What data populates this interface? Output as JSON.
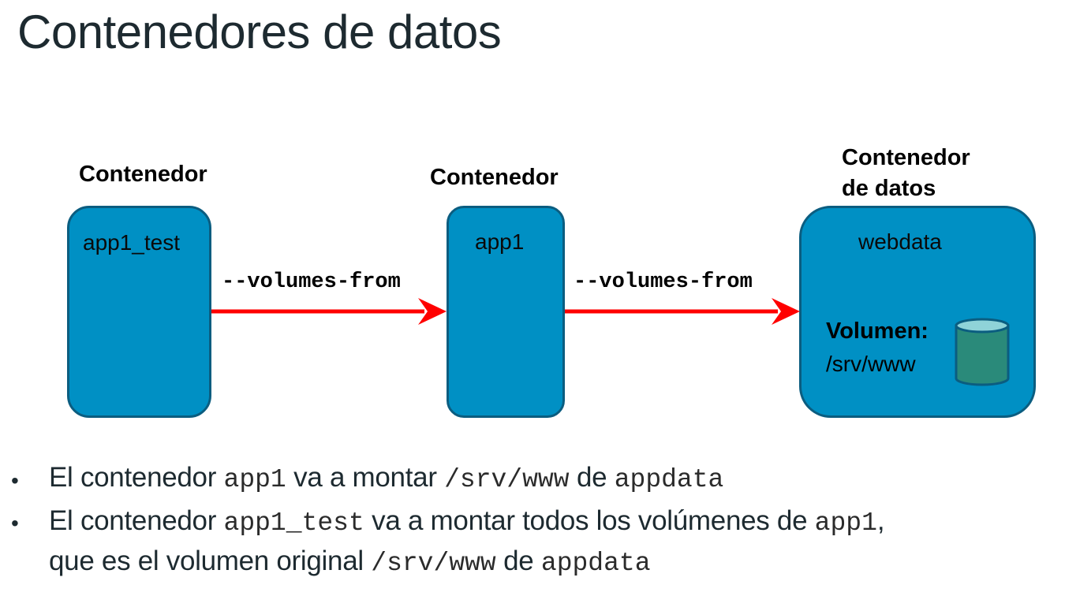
{
  "title": "Contenedores de datos",
  "containers": [
    {
      "heading": "Contenedor",
      "name": "app1_test"
    },
    {
      "heading": "Contenedor",
      "name": "app1"
    },
    {
      "heading_line1": "Contenedor",
      "heading_line2": "de datos",
      "name": "webdata"
    }
  ],
  "arrows": [
    {
      "label": "--volumes-from"
    },
    {
      "label": "--volumes-from"
    }
  ],
  "volume": {
    "title": "Volumen:",
    "path": "/srv/www",
    "icon": "cylinder-icon"
  },
  "colors": {
    "box_fill": "#0090c4",
    "box_border": "#0b5d80",
    "arrow": "#ff0000",
    "cylinder_fill": "#2a8a7a",
    "cylinder_top": "#8fd3d8"
  },
  "bullets": [
    {
      "lines": [
        [
          {
            "text": "El contenedor ",
            "mono": false
          },
          {
            "text": "app1",
            "mono": true
          },
          {
            "text": " va a montar ",
            "mono": false
          },
          {
            "text": "/srv/www",
            "mono": true
          },
          {
            "text": " de ",
            "mono": false
          },
          {
            "text": "appdata",
            "mono": true
          }
        ]
      ]
    },
    {
      "lines": [
        [
          {
            "text": "El contenedor ",
            "mono": false
          },
          {
            "text": "app1_test",
            "mono": true
          },
          {
            "text": " va a montar todos los volúmenes de ",
            "mono": false
          },
          {
            "text": "app1",
            "mono": true
          },
          {
            "text": ",",
            "mono": false
          }
        ],
        [
          {
            "text": "que es el volumen original ",
            "mono": false
          },
          {
            "text": "/srv/www",
            "mono": true
          },
          {
            "text": " de ",
            "mono": false
          },
          {
            "text": "appdata",
            "mono": true
          }
        ]
      ]
    }
  ]
}
